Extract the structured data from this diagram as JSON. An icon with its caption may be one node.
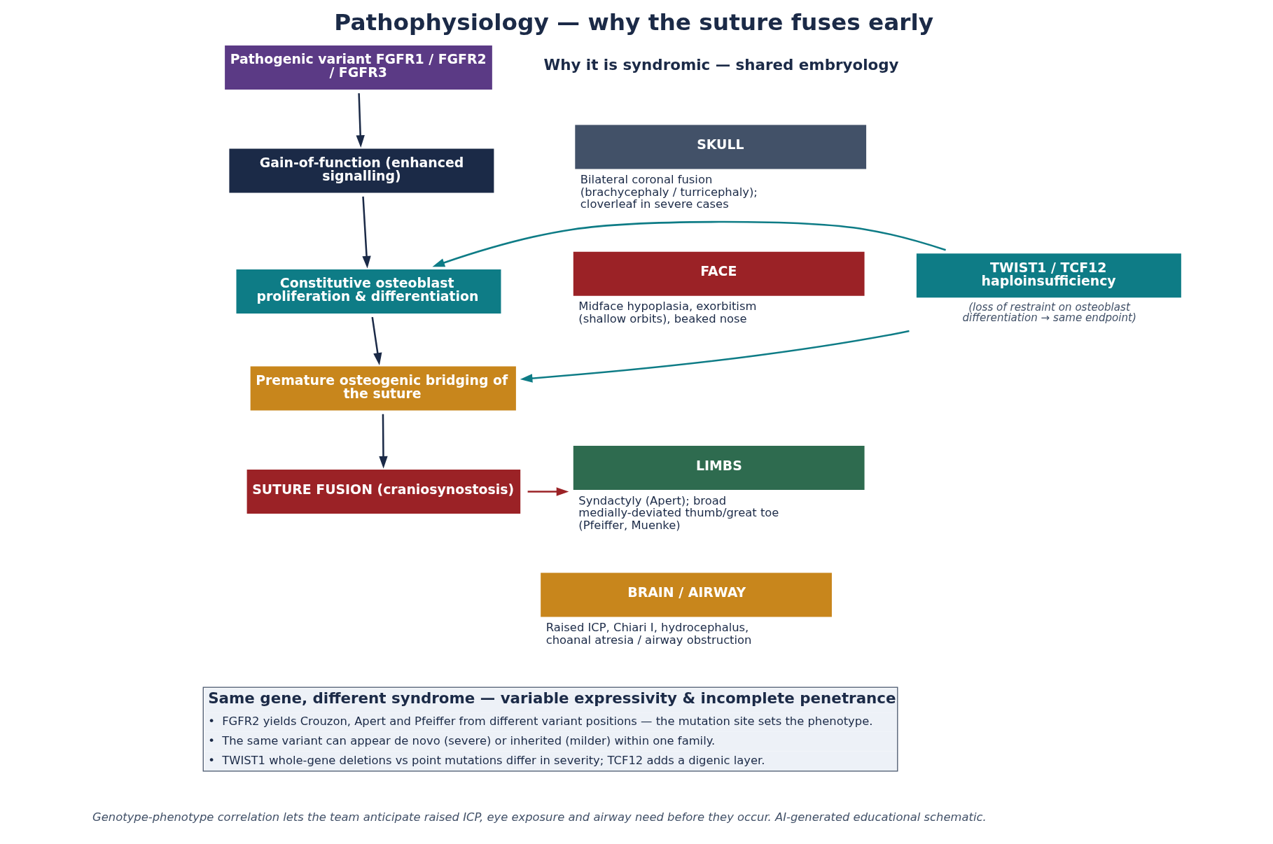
{
  "diagram": {
    "title": "Pathophysiology — why the suture fuses early",
    "caption": "Genotype-phenotype correlation lets the team anticipate raised ICP, eye exposure and airway need before they occur. AI-generated educational schematic.",
    "nodes": [
      {
        "text": [
          "Pathogenic variant FGFR1 / FGFR2 / FGFR3"
        ]
      },
      {
        "text": [
          "Gain-of-function (enhanced signalling)"
        ]
      },
      {
        "text": [
          "Constitutive osteoblast proliferation & differentiation"
        ]
      },
      {
        "text": [
          "Premature osteogenic bridging of the suture"
        ]
      },
      {
        "text": [
          "SUTURE FUSION (craniosynostosis)"
        ]
      },
      {
        "text": [
          "TWIST1 / TCF12 haploinsufficiency"
        ],
        "beside": [
          "(loss of restraint on osteoblast differentiation → same endpoint)"
        ]
      },
      {
        "text": [
          "SKULL"
        ],
        "beside": [
          "Bilateral coronal fusion (brachycephaly / turricephaly); cloverleaf in severe cases"
        ]
      },
      {
        "text": [
          "FACE"
        ],
        "beside": [
          "Midface hypoplasia, exorbitism (shallow orbits), beaked nose"
        ]
      },
      {
        "text": [
          "LIMBS"
        ],
        "beside": [
          "Syndactyly (Apert); broad medially-deviated thumb/great toe (Pfeiffer, Muenke)"
        ]
      },
      {
        "text": [
          "BRAIN / AIRWAY"
        ],
        "beside": [
          "Raised ICP, Chiari I, hydrocephalus, choanal atresia / airway obstruction"
        ]
      },
      {
        "text": [
          "Same gene, different syndrome — variable expressivity & incomplete penetrance",
          "•  FGFR2 yields Crouzon, Apert and Pfeiffer from different variant positions — the mutation site sets the phenotype.",
          "•  The same variant can appear de novo (severe) or inherited (milder) within one family.",
          "•  TWIST1 whole-gene deletions vs point mutations differ in severity; TCF12 adds a digenic layer."
        ]
      }
    ],
    "edges": [
      {
        "from": 0,
        "to": 1,
        "arrow": "to"
      },
      {
        "from": 1,
        "to": 2,
        "arrow": "to"
      },
      {
        "from": 2,
        "to": 3,
        "arrow": "to"
      },
      {
        "from": 3,
        "to": 4,
        "arrow": "to"
      },
      {
        "from": 5,
        "to": 2,
        "arrow": "to",
        "color": "#0e7c86"
      },
      {
        "from": 5,
        "to": 3,
        "arrow": "to",
        "color": "#0e7c86"
      },
      {
        "from": 4,
        "to": 8,
        "arrow": "to",
        "color": "#9b2226"
      }
    ],
    "labels": [
      "Why it is syndromic — shared embryology"
    ]
  }
}
